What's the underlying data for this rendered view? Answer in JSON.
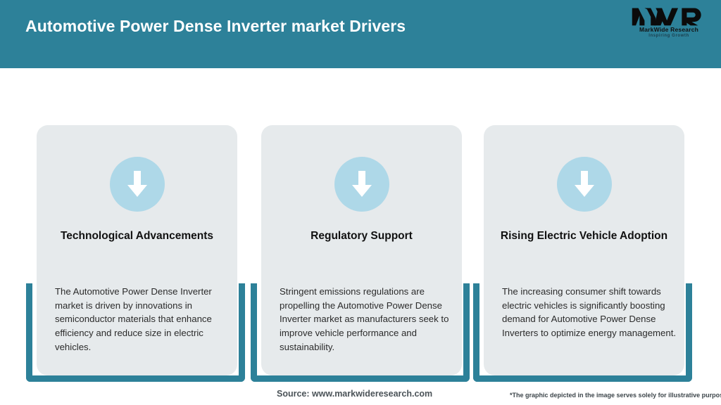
{
  "header": {
    "title": "Automotive Power Dense Inverter market Drivers",
    "band_color": "#2d8199",
    "title_color": "#ffffff"
  },
  "logo": {
    "mark": "MWR",
    "name": "MarkWide Research",
    "tagline": "Inspiring Growth"
  },
  "cards": [
    {
      "icon": "down-arrow-icon",
      "title": "Technological Advancements",
      "body": "The Automotive Power Dense Inverter market is driven by innovations in semiconductor materials that enhance efficiency and reduce size in electric vehicles."
    },
    {
      "icon": "down-arrow-icon",
      "title": "Regulatory Support",
      "body": "Stringent emissions regulations are propelling the Automotive Power Dense Inverter market as manufacturers seek to improve vehicle performance and sustainability."
    },
    {
      "icon": "down-arrow-icon",
      "title": "Rising Electric Vehicle Adoption",
      "body": "The increasing consumer shift towards electric vehicles is significantly boosting demand for Automotive Power Dense Inverters to optimize energy management."
    }
  ],
  "footer": {
    "source": "Source: www.markwideresearch.com",
    "disclaimer": "*The graphic depicted in the image serves solely for illustrative purposes"
  },
  "colors": {
    "teal": "#2d8199",
    "card_gray": "#e6eaec",
    "icon_blue": "#aed8e8",
    "white": "#ffffff"
  }
}
